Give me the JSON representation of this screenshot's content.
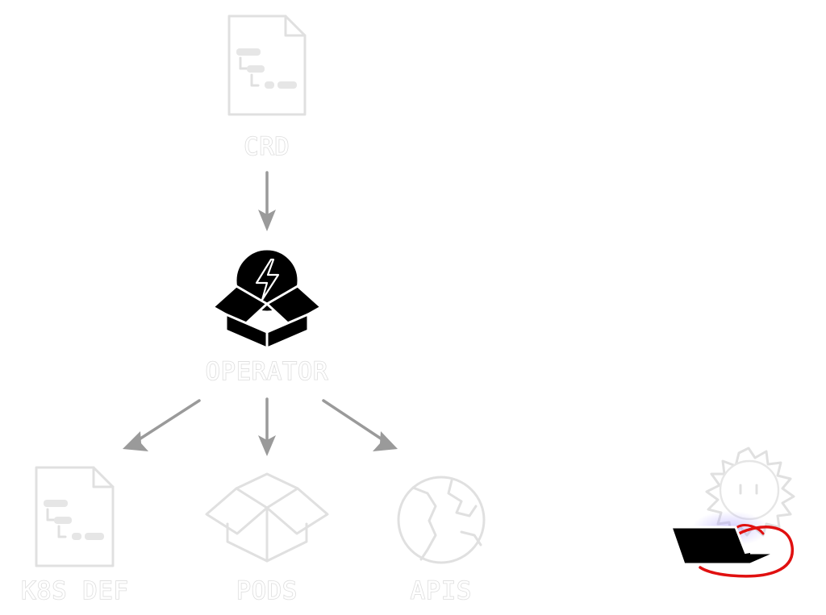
{
  "nodes": {
    "crd": {
      "label": "CRD",
      "icon": "document-tree-icon"
    },
    "operator": {
      "label": "OPERATOR",
      "icon": "box-lightning-icon"
    },
    "k8s_def": {
      "label": "K8S DEF",
      "icon": "document-tree-icon"
    },
    "pods": {
      "label": "PODS",
      "icon": "open-box-icon"
    },
    "apis": {
      "label": "APIS",
      "icon": "globe-icon"
    }
  },
  "decoration": {
    "icon": "person-with-laptop-icon"
  },
  "colors": {
    "faded": "#e0e0e0",
    "arrow": "#9a9a9a",
    "active": "#000000",
    "accent_red": "#e01010"
  }
}
